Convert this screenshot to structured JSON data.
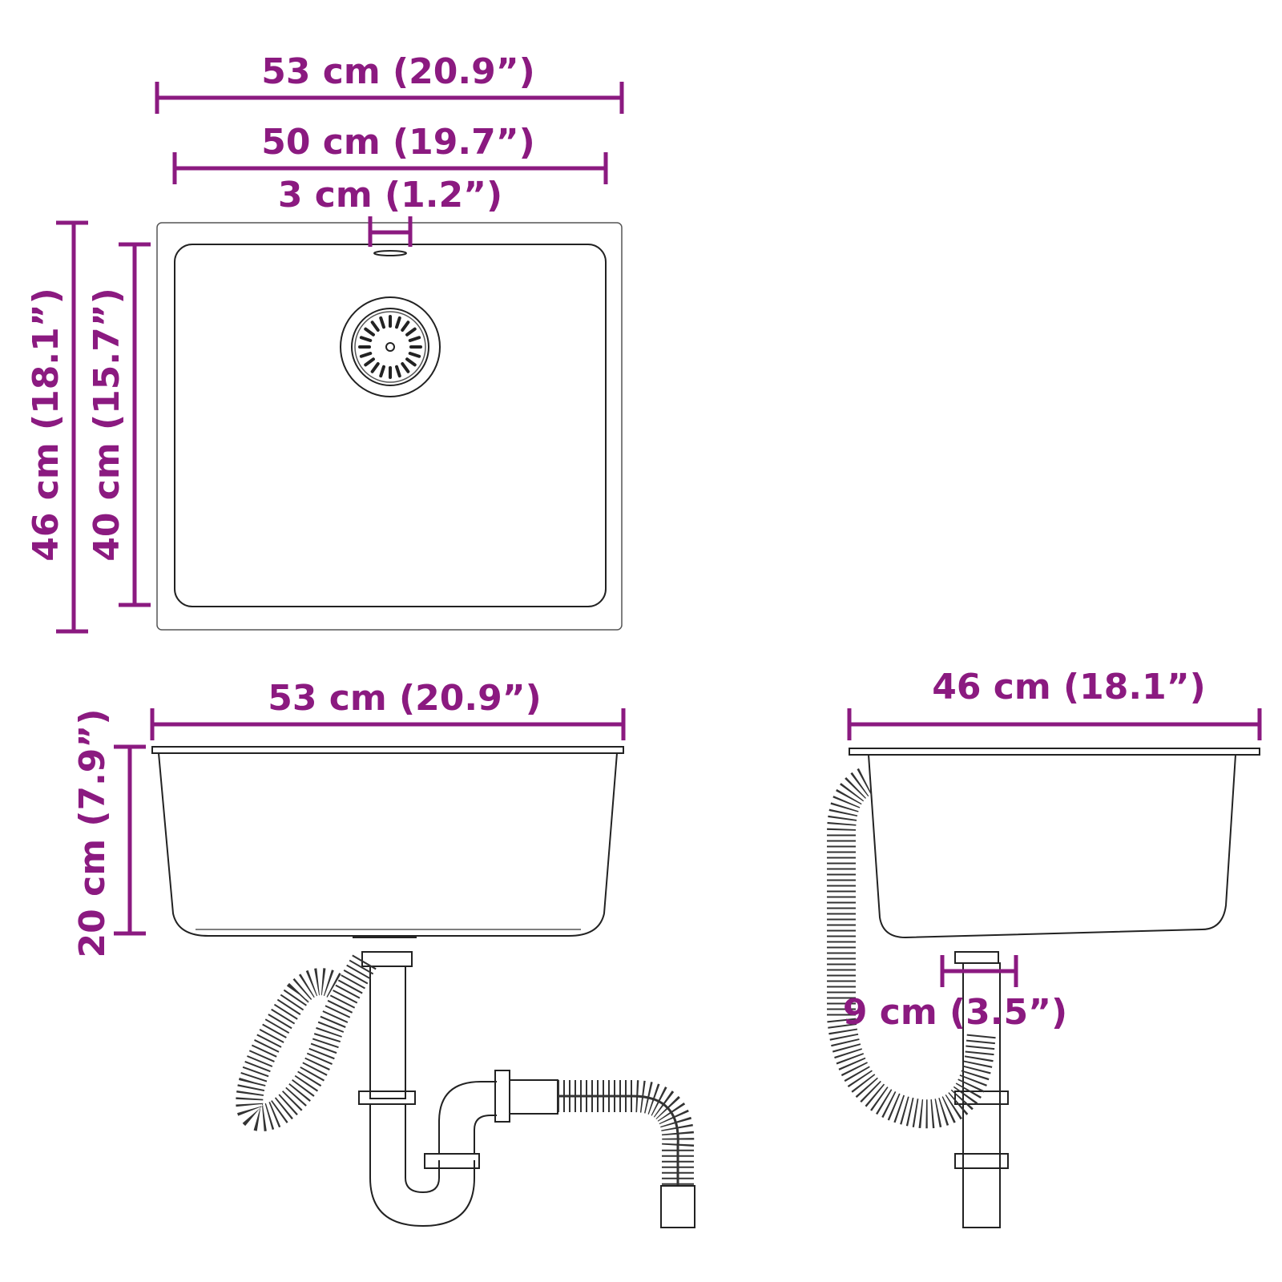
{
  "colors": {
    "dimension": "#8b1a80",
    "outline": "#222222"
  },
  "top_view": {
    "overall_width": "53 cm (20.9”)",
    "bowl_width": "50 cm (19.7”)",
    "overflow_width": "3 cm (1.2”)",
    "overall_depth": "46 cm (18.1”)",
    "bowl_depth": "40 cm (15.7”)"
  },
  "front_view": {
    "width": "53 cm (20.9”)",
    "height": "20 cm (7.9”)"
  },
  "side_view": {
    "depth": "46 cm (18.1”)",
    "drain_diameter": "9 cm (3.5”)"
  }
}
